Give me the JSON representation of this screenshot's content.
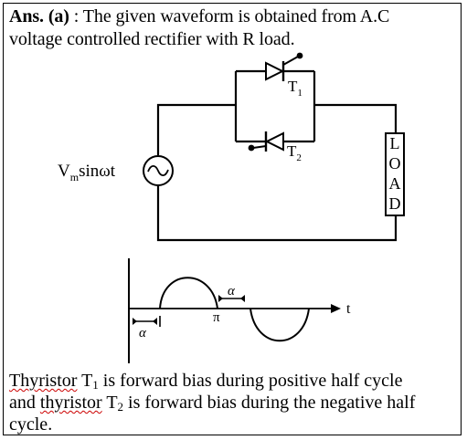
{
  "answer": {
    "label": "Ans. (a)",
    "colon": ":",
    "line1_rest": "The given waveform is obtained from A.C",
    "line2": "voltage controlled rectifier with R load."
  },
  "circuit": {
    "source_label_main": "V",
    "source_label_sub": "m",
    "source_label_rest": "sinωt",
    "t1_letter": "T",
    "t1_sub": "1",
    "t2_letter": "T",
    "t2_sub": "2",
    "load_letters": [
      "L",
      "O",
      "A",
      "D"
    ]
  },
  "waveform": {
    "t_label": "t",
    "pi_label": "π",
    "alpha_label_top": "α",
    "alpha_label_bottom": "α"
  },
  "explanation": {
    "word_thyristor_1": "Thyristor",
    "t1_letter": "T",
    "t1_sub": "1",
    "part1": " is forward bias during positive half cycle",
    "and": "and ",
    "word_thyristor_2": "thyristor",
    "t2_letter": "T",
    "t2_sub": "2",
    "part2": " is forward bias during the negative half",
    "part3": "cycle."
  }
}
